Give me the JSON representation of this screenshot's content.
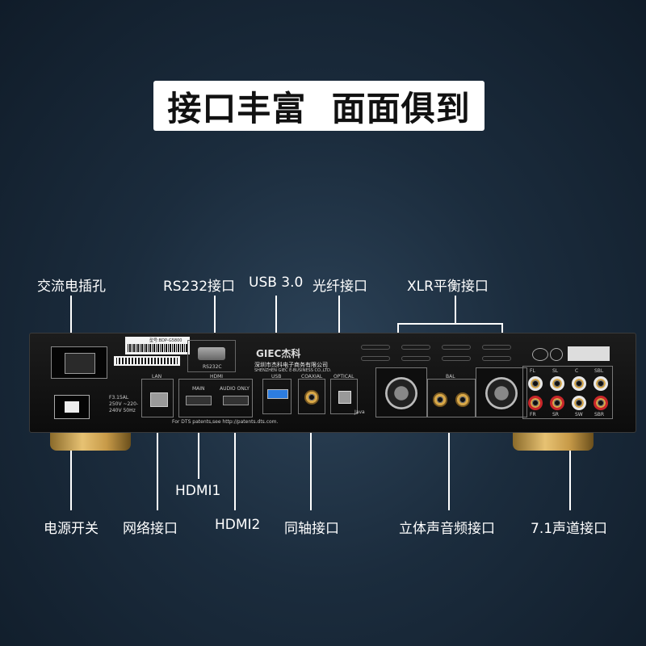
{
  "headline": "接口丰富  面面俱到",
  "labels": {
    "ac_socket": "交流电插孔",
    "rs232": "RS232接口",
    "usb": "USB 3.0",
    "optical": "光纤接口",
    "xlr": "XLR平衡接口",
    "hdmi1": "HDMI1",
    "power_switch": "电源开关",
    "network": "网络接口",
    "hdmi2": "HDMI2",
    "coaxial": "同轴接口",
    "stereo": "立体声音频接口",
    "surround": "7.1声道接口"
  },
  "panel": {
    "model_sticker": "型号:BDP-G5800",
    "rs232c": "RS232C",
    "brand": "GIEC杰科",
    "company": "深圳市杰科电子商务有限公司",
    "company_en": "SHENZHEN GIEC E-BUSINESS CO.,LTD.",
    "lan": "LAN",
    "hdmi": "HDMI",
    "main": "MAIN",
    "audio_only": "AUDIO ONLY",
    "usb": "USB",
    "coaxial": "COAXIAL",
    "optical": "OPTICAL",
    "java": "Java",
    "bal": "BAL",
    "fuse": "F3.15AL 250V ~220-240V 50Hz",
    "dts": "For DTS patents,see http://patents.dts.com.",
    "ch_top": [
      "FL",
      "SL",
      "C",
      "SBL"
    ],
    "ch_bottom": [
      "FR",
      "SR",
      "SW",
      "SBR"
    ]
  }
}
